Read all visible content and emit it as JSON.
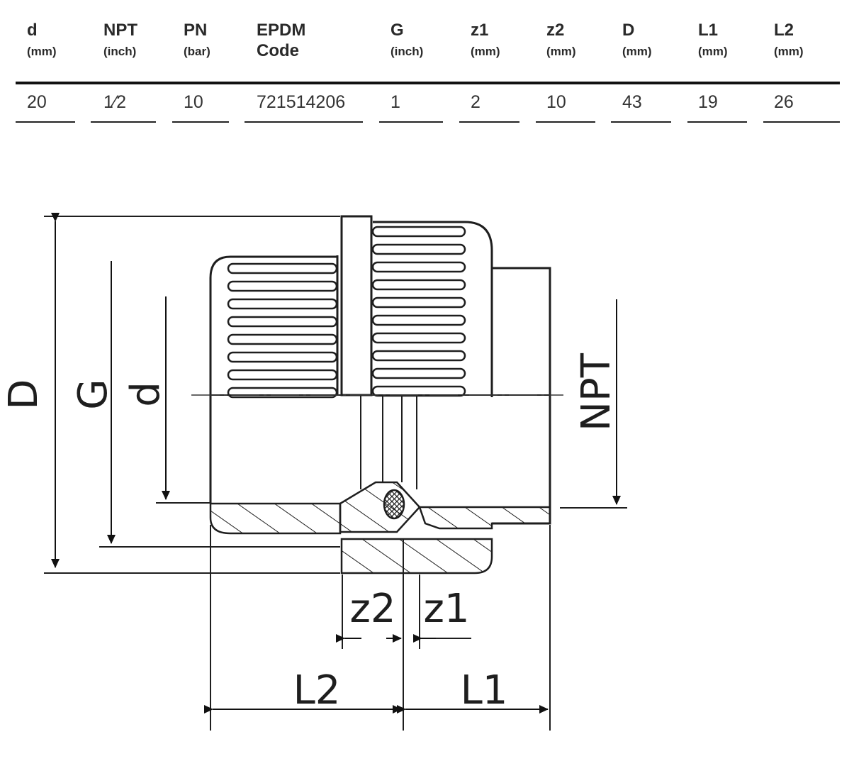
{
  "table": {
    "columns": [
      {
        "label": "d",
        "unit": "(mm)"
      },
      {
        "label": "NPT",
        "unit": "(inch)"
      },
      {
        "label": "PN",
        "unit": "(bar)"
      },
      {
        "label": "EPDM",
        "label2": "Code"
      },
      {
        "label": "G",
        "unit": "(inch)"
      },
      {
        "label": "z1",
        "unit": "(mm)"
      },
      {
        "label": "z2",
        "unit": "(mm)"
      },
      {
        "label": "D",
        "unit": "(mm)"
      },
      {
        "label": "L1",
        "unit": "(mm)"
      },
      {
        "label": "L2",
        "unit": "(mm)"
      }
    ],
    "row": [
      "20",
      "1⁄2",
      "10",
      "721514206",
      "1",
      "2",
      "10",
      "43",
      "19",
      "26"
    ]
  },
  "drawing": {
    "labels": {
      "D": "D",
      "G": "G",
      "d": "d",
      "NPT": "NPT",
      "z2": "z2",
      "z1": "z1",
      "L2": "L2",
      "L1": "L1"
    }
  }
}
